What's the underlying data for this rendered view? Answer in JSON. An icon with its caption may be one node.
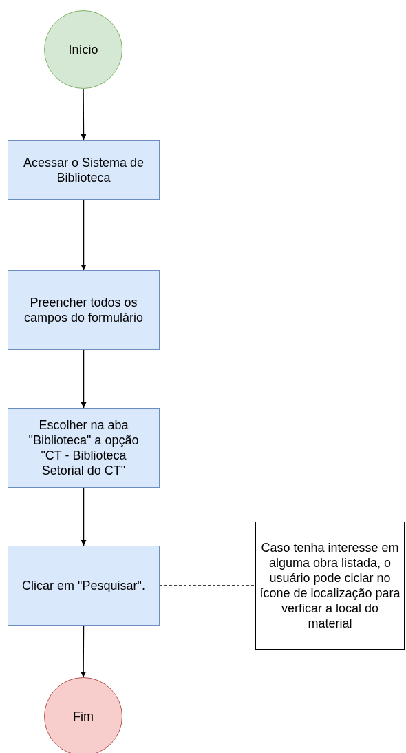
{
  "diagram": {
    "nodes": [
      {
        "text": [
          "Início"
        ]
      },
      {
        "text": [
          "Acessar o Sistema de Biblioteca"
        ]
      },
      {
        "text": [
          "Preencher todos os campos do formulário"
        ]
      },
      {
        "text": [
          "Escolher na aba \"Biblioteca\" a opção \"CT - Biblioteca Setorial do CT\""
        ]
      },
      {
        "text": [
          "Clicar em \"Pesquisar\"."
        ]
      },
      {
        "text": [
          "Fim"
        ]
      },
      {
        "text": [
          "Caso tenha interesse em alguma obra listada, o usuário pode ciclar no ícone de localização para verficar a local do material"
        ]
      }
    ],
    "edges": [
      {
        "from": 0,
        "to": 1,
        "arrow": "to"
      },
      {
        "from": 1,
        "to": 2,
        "arrow": "to"
      },
      {
        "from": 2,
        "to": 3,
        "arrow": "to"
      },
      {
        "from": 3,
        "to": 4,
        "arrow": "to"
      },
      {
        "from": 4,
        "to": 5,
        "arrow": "to"
      },
      {
        "from": 4,
        "to": 6,
        "arrow": "none",
        "style": "dashed"
      }
    ]
  }
}
